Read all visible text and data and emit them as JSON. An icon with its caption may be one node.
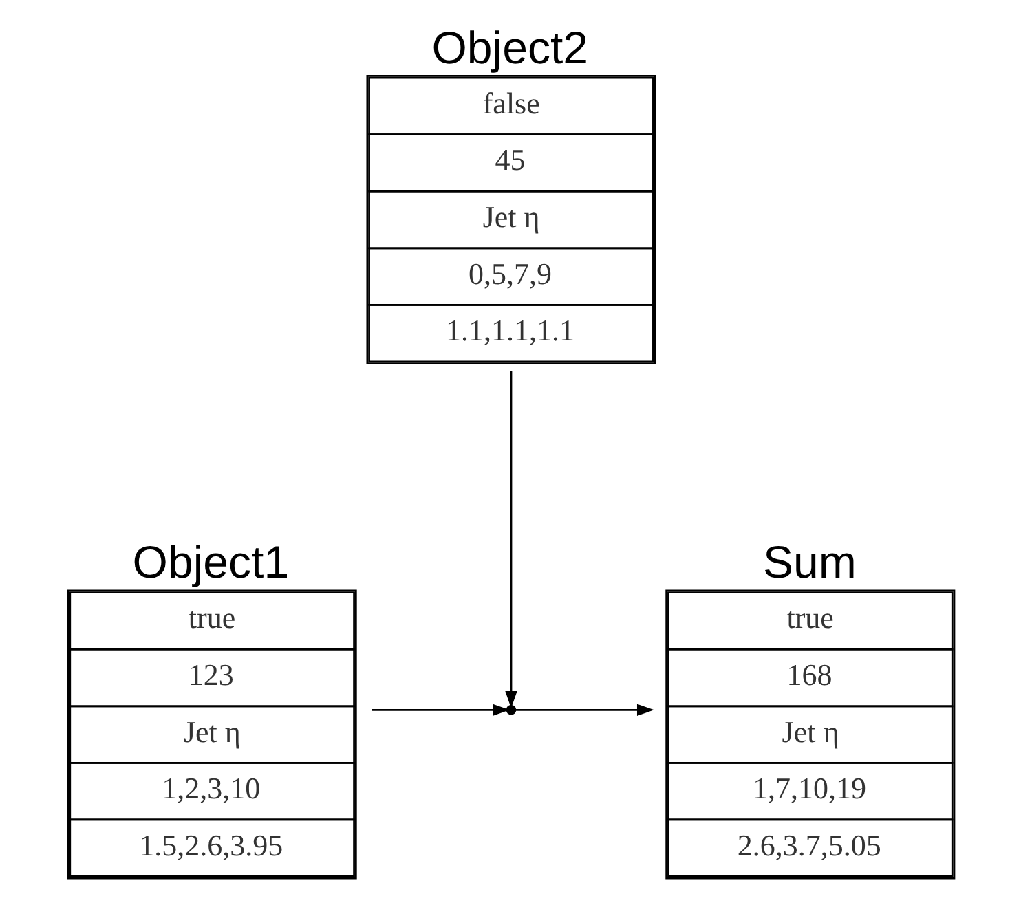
{
  "diagram": {
    "nodes": [
      {
        "text": [
          "Object2",
          "false",
          "45",
          "Jet η",
          "0,5,7,9",
          "1.1,1.1,1.1"
        ]
      },
      {
        "text": [
          "Sum",
          "true",
          "168",
          "Jet η",
          "1,7,10,19",
          "2.6,3.7,5.05"
        ]
      },
      {
        "text": [
          "Object1",
          "true",
          "123",
          "Jet η",
          "1,2,3,10",
          "1.5,2.6,3.95"
        ]
      },
      {
        "text": [],
        "shape": "point"
      }
    ],
    "edges": [
      {
        "from": 0,
        "to": 3,
        "arrow": "to"
      },
      {
        "from": 2,
        "to": 3,
        "arrow": "to"
      },
      {
        "from": 3,
        "to": 1,
        "arrow": "to"
      }
    ]
  }
}
